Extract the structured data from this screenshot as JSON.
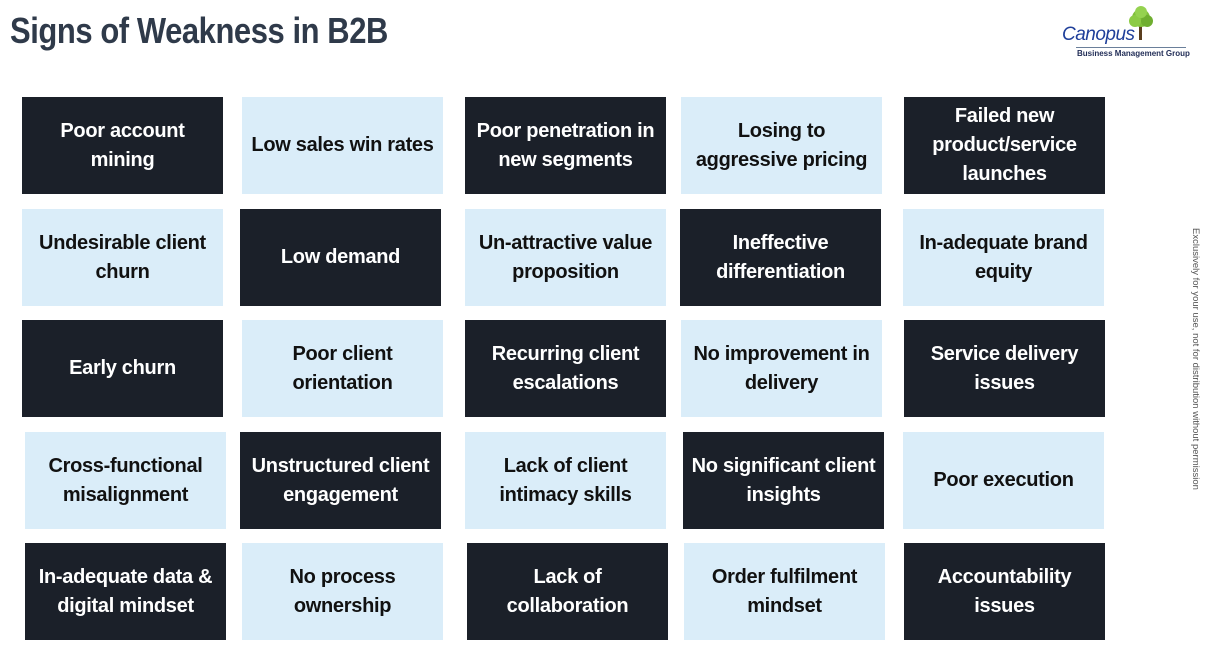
{
  "header": {
    "title": "Signs of Weakness in B2B",
    "logo_name": "Canopus",
    "logo_tagline": "Business Management Group",
    "logo_icon": "tree-icon"
  },
  "side_note": "Exclusively for your use, not for distribution without permission",
  "colors": {
    "dark_card": "#1b2029",
    "light_card": "#daedf9",
    "title": "#2f3a4a",
    "logo_blue": "#1f3f9a"
  },
  "grid": {
    "rows": [
      [
        "Poor account mining",
        "Low sales win rates",
        "Poor penetration in new segments",
        "Losing to aggressive pricing",
        "Failed new product/service launches"
      ],
      [
        "Undesirable client churn",
        "Low demand",
        "Un-attractive value proposition",
        "Ineffective differentiation",
        "In-adequate brand equity"
      ],
      [
        "Early churn",
        "Poor client orientation",
        "Recurring client escalations",
        "No improvement in delivery",
        "Service delivery issues"
      ],
      [
        "Cross-functional misalignment",
        "Unstructured client engagement",
        "Lack of client intimacy skills",
        "No significant client insights",
        "Poor execution"
      ],
      [
        "In-adequate data & digital mindset",
        "No process ownership",
        "Lack of collaboration",
        "Order fulfilment mindset",
        "Accountability issues"
      ]
    ]
  }
}
